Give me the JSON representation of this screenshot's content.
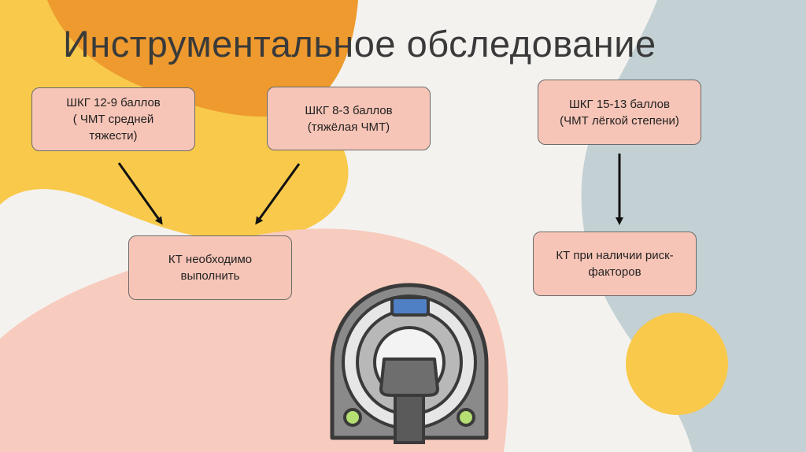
{
  "slide": {
    "title": "Инструментальное обследование"
  },
  "nodes": {
    "moderate": "ШКГ 12-9 баллов\n( ЧМТ средней\nтяжести)",
    "severe": "ШКГ 8-3 баллов\n(тяжёлая ЧМТ)",
    "mild": "ШКГ 15-13 баллов\n(ЧМТ лёгкой степени)",
    "ct_required": "КТ необходимо\nвыполнить",
    "ct_risk": "КТ при наличии риск-\nфакторов"
  },
  "colors": {
    "node_fill": "#f7c5b7",
    "blob_orange": "#ee9a2e",
    "blob_yellow": "#f8c94b",
    "blob_pink": "#f7cbbd",
    "blob_blue": "#c3d0d4",
    "ct_icon_blue": "#4f7fc4",
    "ct_icon_green": "#b5df72"
  },
  "icons": {
    "illustration": "ct-scanner-icon"
  }
}
